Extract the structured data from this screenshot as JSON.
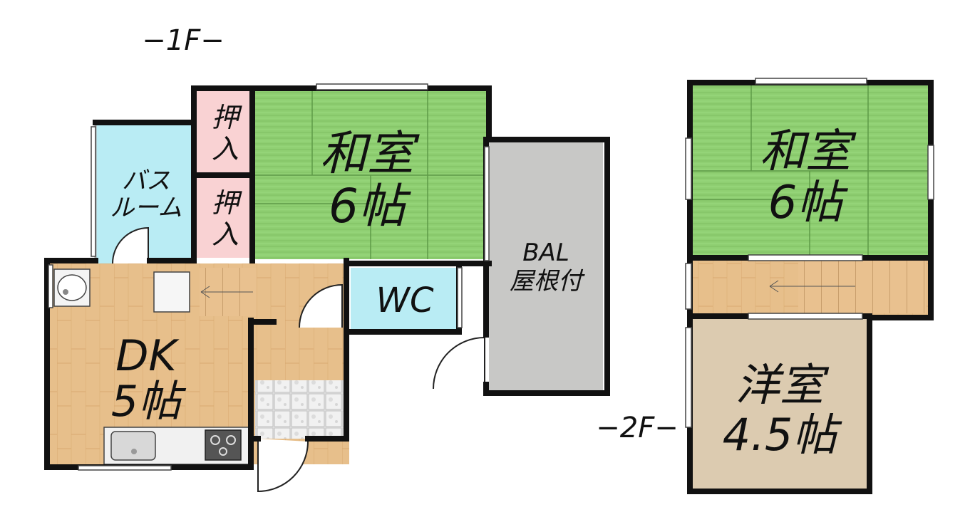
{
  "floor_labels": {
    "first": "−1F−",
    "second": "−2F−"
  },
  "rooms_1f": {
    "washitsu": {
      "name": "和室",
      "size": "6帖"
    },
    "oshiire_upper": {
      "l1": "押",
      "l2": "入"
    },
    "oshiire_lower": {
      "l1": "押",
      "l2": "入"
    },
    "bath": {
      "l1": "バス",
      "l2": "ルーム"
    },
    "dk": {
      "name": "DK",
      "size": "5帖"
    },
    "wc": {
      "name": "WC"
    },
    "balcony": {
      "l1": "BAL",
      "l2": "屋根付"
    }
  },
  "rooms_2f": {
    "washitsu": {
      "name": "和室",
      "size": "6帖"
    },
    "yoshitsu": {
      "name": "洋室",
      "size": "4.5帖"
    }
  },
  "colors": {
    "tatami": "#8fcf72",
    "oshiire": "#f9d2d3",
    "bath": "#b9ecf4",
    "wood": "#e7bf8b",
    "balcony": "#c8c8c6",
    "yoshitsu": "#dccbb0",
    "wall": "#111111"
  }
}
